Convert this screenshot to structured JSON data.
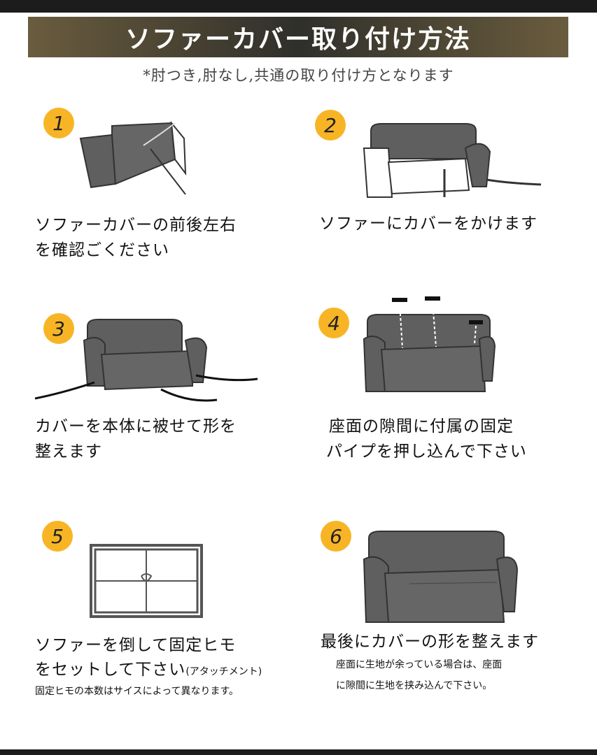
{
  "title": "ソファーカバー取り付け方法",
  "subtitle": "*肘つき,肘なし,共通の取り付け方となります",
  "steps": [
    {
      "number": "1",
      "line1": "ソファーカバーの前後左右",
      "line2": "を確認ごください"
    },
    {
      "number": "2",
      "line1": "ソファーにカバーをかけます",
      "line2": ""
    },
    {
      "number": "3",
      "line1": "カバーを本体に被せて形を",
      "line2": "整えます"
    },
    {
      "number": "4",
      "line1": "座面の隙間に付属の固定",
      "line2": "パイプを押し込んで下さい"
    },
    {
      "number": "5",
      "line1": "ソファーを倒して固定ヒモ",
      "line2": "をセットして下さい",
      "line2_suffix": "(アタッチメント)",
      "note": "固定ヒモの本数はサイスによって異なります。"
    },
    {
      "number": "6",
      "line1": "最後にカバーの形を整えます",
      "line2": "",
      "note1": "座面に生地が余っている場合は、座面",
      "note2": "に隙間に生地を挟み込んで下さい。"
    }
  ],
  "colors": {
    "badge": "#f7b526",
    "sofa": "#5f5f5f",
    "banner_dark": "#2f2f2b",
    "banner_gold": "#6a5c3e"
  }
}
